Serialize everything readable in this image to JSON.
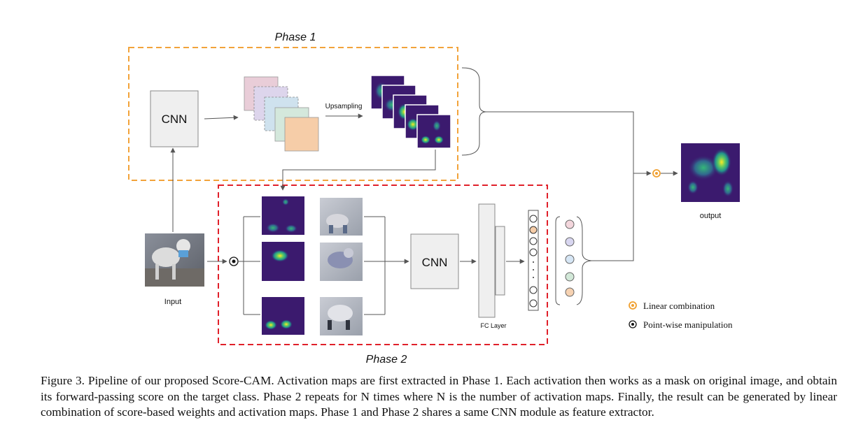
{
  "phase1_label": "Phase 1",
  "phase2_label": "Phase 2",
  "cnn_label": "CNN",
  "upsampling_label": "Upsampling",
  "input_label": "Input",
  "fc_layer_label": "FC Layer",
  "output_label": "output",
  "legend": {
    "linear_combination": "Linear combination",
    "pointwise_manipulation": "Point-wise manipulation"
  },
  "colors": {
    "phase1_border": "#f2a33a",
    "phase2_border": "#e0202a",
    "linear_combination_marker": "#f0a030",
    "feature_map_colors": [
      "#e9cdd8",
      "#ddd5ec",
      "#cfe2ee",
      "#d4e8dc",
      "#f6cda8"
    ],
    "score_node_colors": [
      "#f3d6dc",
      "#d8d6f0",
      "#d6e6f5",
      "#d2e8d8",
      "#f6d2b2"
    ]
  },
  "caption": "Figure 3. Pipeline of our proposed Score-CAM. Activation maps are first extracted in Phase 1. Each activation then works as a mask on original image, and obtain its forward-passing score on the target class. Phase 2 repeats for N times where N is the number of activation maps. Finally, the result can be generated by linear combination of score-based weights and activation maps. Phase 1 and Phase 2 shares a same CNN module as feature extractor."
}
